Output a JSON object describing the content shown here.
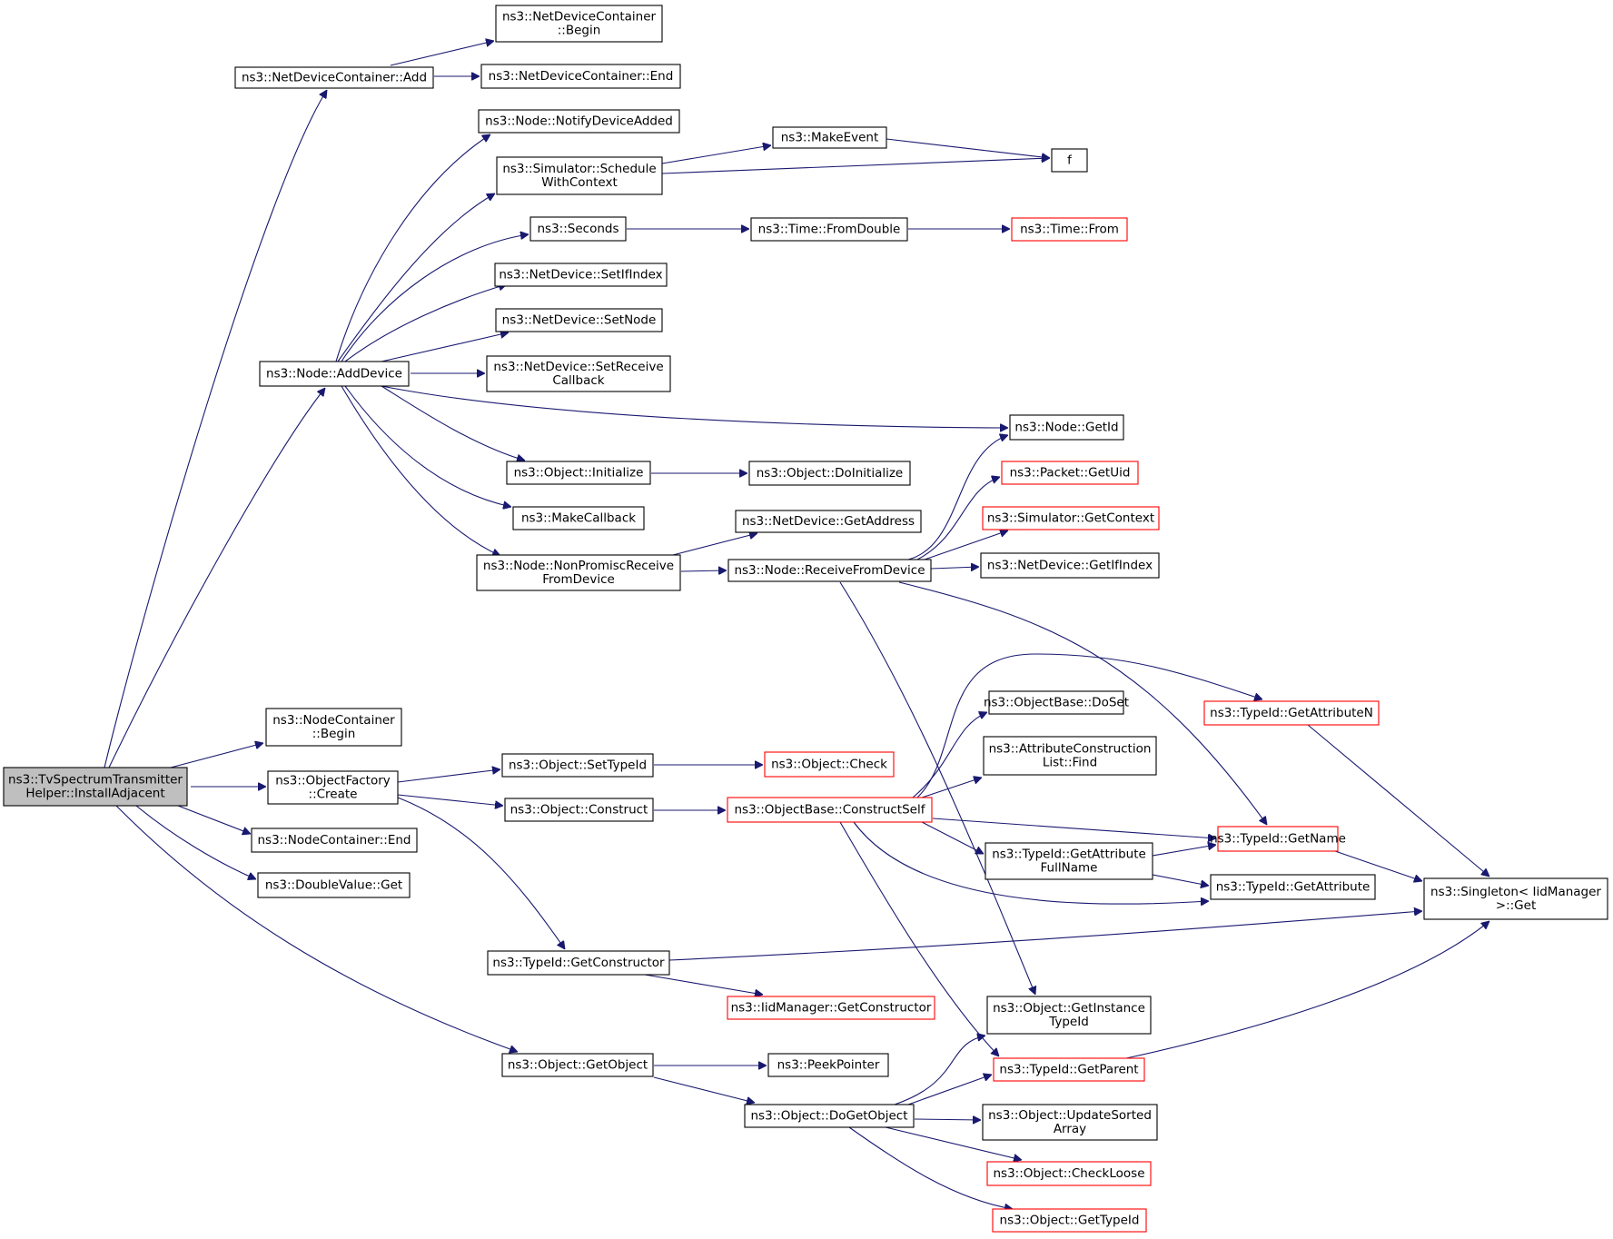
{
  "graph": {
    "colors": {
      "edge": "#191970",
      "box_border": "#000000",
      "truncated_border": "#ff0000",
      "root_fill": "#bfbfbf"
    },
    "nodes": [
      {
        "id": "root",
        "lines": [
          "ns3::TvSpectrumTransmitter",
          "Helper::InstallAdjacent"
        ],
        "style": "root"
      },
      {
        "id": "ndc_add",
        "lines": [
          "ns3::NetDeviceContainer::Add"
        ],
        "style": "normal"
      },
      {
        "id": "ndc_begin",
        "lines": [
          "ns3::NetDeviceContainer",
          "::Begin"
        ],
        "style": "normal"
      },
      {
        "id": "ndc_end",
        "lines": [
          "ns3::NetDeviceContainer::End"
        ],
        "style": "normal"
      },
      {
        "id": "node_adddevice",
        "lines": [
          "ns3::Node::AddDevice"
        ],
        "style": "normal"
      },
      {
        "id": "notify",
        "lines": [
          "ns3::Node::NotifyDeviceAdded"
        ],
        "style": "normal"
      },
      {
        "id": "schedctx",
        "lines": [
          "ns3::Simulator::Schedule",
          "WithContext"
        ],
        "style": "normal"
      },
      {
        "id": "makeevent",
        "lines": [
          "ns3::MakeEvent"
        ],
        "style": "normal"
      },
      {
        "id": "f",
        "lines": [
          "f"
        ],
        "style": "normal"
      },
      {
        "id": "seconds",
        "lines": [
          "ns3::Seconds"
        ],
        "style": "normal"
      },
      {
        "id": "fromdouble",
        "lines": [
          "ns3::Time::FromDouble"
        ],
        "style": "normal"
      },
      {
        "id": "timefrom",
        "lines": [
          "ns3::Time::From"
        ],
        "style": "red"
      },
      {
        "id": "setifindex",
        "lines": [
          "ns3::NetDevice::SetIfIndex"
        ],
        "style": "normal"
      },
      {
        "id": "setnode",
        "lines": [
          "ns3::NetDevice::SetNode"
        ],
        "style": "normal"
      },
      {
        "id": "setreceive",
        "lines": [
          "ns3::NetDevice::SetReceive",
          "Callback"
        ],
        "style": "normal"
      },
      {
        "id": "getid",
        "lines": [
          "ns3::Node::GetId"
        ],
        "style": "normal"
      },
      {
        "id": "initialize",
        "lines": [
          "ns3::Object::Initialize"
        ],
        "style": "normal"
      },
      {
        "id": "doinitialize",
        "lines": [
          "ns3::Object::DoInitialize"
        ],
        "style": "normal"
      },
      {
        "id": "packetuid",
        "lines": [
          "ns3::Packet::GetUid"
        ],
        "style": "red"
      },
      {
        "id": "makecallback",
        "lines": [
          "ns3::MakeCallback"
        ],
        "style": "normal"
      },
      {
        "id": "getaddress",
        "lines": [
          "ns3::NetDevice::GetAddress"
        ],
        "style": "normal"
      },
      {
        "id": "getcontext",
        "lines": [
          "ns3::Simulator::GetContext"
        ],
        "style": "red"
      },
      {
        "id": "nonpromisc",
        "lines": [
          "ns3::Node::NonPromiscReceive",
          "FromDevice"
        ],
        "style": "normal"
      },
      {
        "id": "recvfromdev",
        "lines": [
          "ns3::Node::ReceiveFromDevice"
        ],
        "style": "normal"
      },
      {
        "id": "getifindex",
        "lines": [
          "ns3::NetDevice::GetIfIndex"
        ],
        "style": "normal"
      },
      {
        "id": "nc_begin",
        "lines": [
          "ns3::NodeContainer",
          "::Begin"
        ],
        "style": "normal"
      },
      {
        "id": "doset",
        "lines": [
          "ns3::ObjectBase::DoSet"
        ],
        "style": "normal"
      },
      {
        "id": "getattrn",
        "lines": [
          "ns3::TypeId::GetAttributeN"
        ],
        "style": "red"
      },
      {
        "id": "settypeid",
        "lines": [
          "ns3::Object::SetTypeId"
        ],
        "style": "normal"
      },
      {
        "id": "objcheck",
        "lines": [
          "ns3::Object::Check"
        ],
        "style": "red"
      },
      {
        "id": "attrfind",
        "lines": [
          "ns3::AttributeConstruction",
          "List::Find"
        ],
        "style": "normal"
      },
      {
        "id": "of_create",
        "lines": [
          "ns3::ObjectFactory",
          "::Create"
        ],
        "style": "normal"
      },
      {
        "id": "construct",
        "lines": [
          "ns3::Object::Construct"
        ],
        "style": "normal"
      },
      {
        "id": "constructself",
        "lines": [
          "ns3::ObjectBase::ConstructSelf"
        ],
        "style": "red"
      },
      {
        "id": "getname",
        "lines": [
          "ns3::TypeId::GetName"
        ],
        "style": "red"
      },
      {
        "id": "nc_end",
        "lines": [
          "ns3::NodeContainer::End"
        ],
        "style": "normal"
      },
      {
        "id": "attrfullname",
        "lines": [
          "ns3::TypeId::GetAttribute",
          "FullName"
        ],
        "style": "normal"
      },
      {
        "id": "getattribute",
        "lines": [
          "ns3::TypeId::GetAttribute"
        ],
        "style": "normal"
      },
      {
        "id": "singleton",
        "lines": [
          "ns3::Singleton< IidManager",
          ">::Get"
        ],
        "style": "normal"
      },
      {
        "id": "doubleget",
        "lines": [
          "ns3::DoubleValue::Get"
        ],
        "style": "normal"
      },
      {
        "id": "getconstructor",
        "lines": [
          "ns3::TypeId::GetConstructor"
        ],
        "style": "normal"
      },
      {
        "id": "iidgetconstructor",
        "lines": [
          "ns3::IidManager::GetConstructor"
        ],
        "style": "red"
      },
      {
        "id": "getinstancetypeid",
        "lines": [
          "ns3::Object::GetInstance",
          "TypeId"
        ],
        "style": "normal"
      },
      {
        "id": "getobject",
        "lines": [
          "ns3::Object::GetObject"
        ],
        "style": "normal"
      },
      {
        "id": "peekpointer",
        "lines": [
          "ns3::PeekPointer"
        ],
        "style": "normal"
      },
      {
        "id": "getparent",
        "lines": [
          "ns3::TypeId::GetParent"
        ],
        "style": "red"
      },
      {
        "id": "dogetobject",
        "lines": [
          "ns3::Object::DoGetObject"
        ],
        "style": "normal"
      },
      {
        "id": "updatesorted",
        "lines": [
          "ns3::Object::UpdateSorted",
          "Array"
        ],
        "style": "normal"
      },
      {
        "id": "checkloose",
        "lines": [
          "ns3::Object::CheckLoose"
        ],
        "style": "red"
      },
      {
        "id": "gettypeid",
        "lines": [
          "ns3::Object::GetTypeId"
        ],
        "style": "red"
      }
    ],
    "edges": [
      [
        "root",
        "ndc_add"
      ],
      [
        "root",
        "node_adddevice"
      ],
      [
        "root",
        "nc_begin"
      ],
      [
        "root",
        "of_create"
      ],
      [
        "root",
        "nc_end"
      ],
      [
        "root",
        "doubleget"
      ],
      [
        "root",
        "getobject"
      ],
      [
        "ndc_add",
        "ndc_begin"
      ],
      [
        "ndc_add",
        "ndc_end"
      ],
      [
        "node_adddevice",
        "notify"
      ],
      [
        "node_adddevice",
        "schedctx"
      ],
      [
        "node_adddevice",
        "seconds"
      ],
      [
        "node_adddevice",
        "setifindex"
      ],
      [
        "node_adddevice",
        "setnode"
      ],
      [
        "node_adddevice",
        "setreceive"
      ],
      [
        "node_adddevice",
        "getid"
      ],
      [
        "node_adddevice",
        "initialize"
      ],
      [
        "node_adddevice",
        "makecallback"
      ],
      [
        "node_adddevice",
        "nonpromisc"
      ],
      [
        "schedctx",
        "makeevent"
      ],
      [
        "schedctx",
        "f"
      ],
      [
        "makeevent",
        "f"
      ],
      [
        "seconds",
        "fromdouble"
      ],
      [
        "fromdouble",
        "timefrom"
      ],
      [
        "initialize",
        "doinitialize"
      ],
      [
        "nonpromisc",
        "getaddress"
      ],
      [
        "nonpromisc",
        "recvfromdev"
      ],
      [
        "recvfromdev",
        "getid"
      ],
      [
        "recvfromdev",
        "packetuid"
      ],
      [
        "recvfromdev",
        "getcontext"
      ],
      [
        "recvfromdev",
        "getifindex"
      ],
      [
        "recvfromdev",
        "getname"
      ],
      [
        "recvfromdev",
        "getinstancetypeid"
      ],
      [
        "of_create",
        "settypeid"
      ],
      [
        "of_create",
        "construct"
      ],
      [
        "of_create",
        "getconstructor"
      ],
      [
        "settypeid",
        "objcheck"
      ],
      [
        "construct",
        "constructself"
      ],
      [
        "constructself",
        "doset"
      ],
      [
        "constructself",
        "getattrn"
      ],
      [
        "constructself",
        "attrfind"
      ],
      [
        "constructself",
        "getname"
      ],
      [
        "constructself",
        "attrfullname"
      ],
      [
        "constructself",
        "getattribute"
      ],
      [
        "constructself",
        "getparent"
      ],
      [
        "attrfullname",
        "getname"
      ],
      [
        "attrfullname",
        "getattribute"
      ],
      [
        "getattrn",
        "singleton"
      ],
      [
        "getname",
        "singleton"
      ],
      [
        "getconstructor",
        "singleton"
      ],
      [
        "getparent",
        "singleton"
      ],
      [
        "getconstructor",
        "iidgetconstructor"
      ],
      [
        "getobject",
        "peekpointer"
      ],
      [
        "getobject",
        "dogetobject"
      ],
      [
        "dogetobject",
        "getinstancetypeid"
      ],
      [
        "dogetobject",
        "getparent"
      ],
      [
        "dogetobject",
        "updatesorted"
      ],
      [
        "dogetobject",
        "checkloose"
      ],
      [
        "dogetobject",
        "gettypeid"
      ]
    ]
  }
}
